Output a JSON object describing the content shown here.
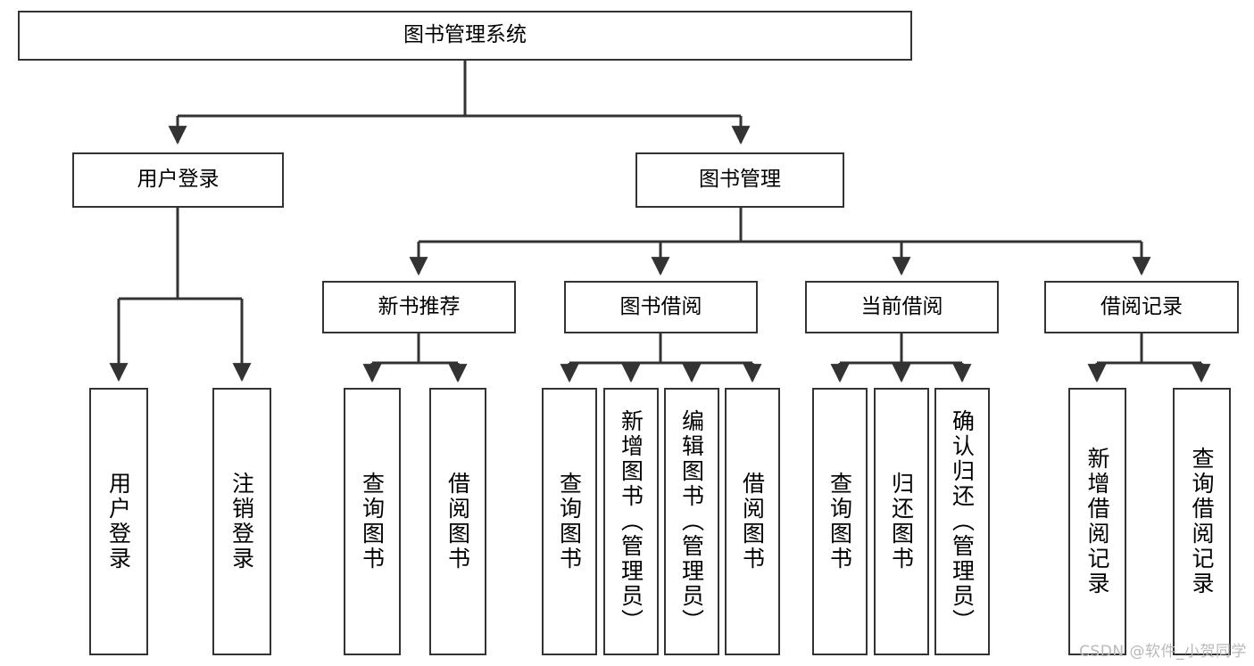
{
  "diagram": {
    "title": "图书管理系统",
    "type": "tree",
    "orientation": "top-down",
    "colors": {
      "node_border": "#333333",
      "node_fill": "#ffffff",
      "connector": "#333333",
      "background": "#ffffff",
      "watermark": "#b9b9b9"
    },
    "watermark": "CSDN @软件_小贺同学",
    "nodes": {
      "root": {
        "label": "图书管理系统"
      },
      "level2": [
        {
          "id": "user-login",
          "label": "用户登录"
        },
        {
          "id": "book-manage",
          "label": "图书管理"
        }
      ],
      "level3": [
        {
          "id": "new-book-recommend",
          "label": "新书推荐"
        },
        {
          "id": "book-borrow",
          "label": "图书借阅"
        },
        {
          "id": "current-borrow",
          "label": "当前借阅"
        },
        {
          "id": "borrow-record",
          "label": "借阅记录"
        }
      ],
      "leaves": {
        "user_login": [
          {
            "id": "leaf-user-login",
            "label": "用户登录"
          },
          {
            "id": "leaf-logout",
            "label": "注销登录"
          }
        ],
        "new_book_recommend": [
          {
            "id": "leaf-query-book-1",
            "label": "查询图书"
          },
          {
            "id": "leaf-borrow-book-1",
            "label": "借阅图书"
          }
        ],
        "book_borrow": [
          {
            "id": "leaf-query-book-2",
            "label": "查询图书"
          },
          {
            "id": "leaf-add-book",
            "label": "新增图书（管理员）"
          },
          {
            "id": "leaf-edit-book",
            "label": "编辑图书（管理员）"
          },
          {
            "id": "leaf-borrow-book-2",
            "label": "借阅图书"
          }
        ],
        "current_borrow": [
          {
            "id": "leaf-query-book-3",
            "label": "查询图书"
          },
          {
            "id": "leaf-return-book",
            "label": "归还图书"
          },
          {
            "id": "leaf-confirm-return",
            "label": "确认归还（管理员）"
          }
        ],
        "borrow_record": [
          {
            "id": "leaf-add-record",
            "label": "新增借阅记录"
          },
          {
            "id": "leaf-query-record",
            "label": "查询借阅记录"
          }
        ]
      }
    }
  }
}
